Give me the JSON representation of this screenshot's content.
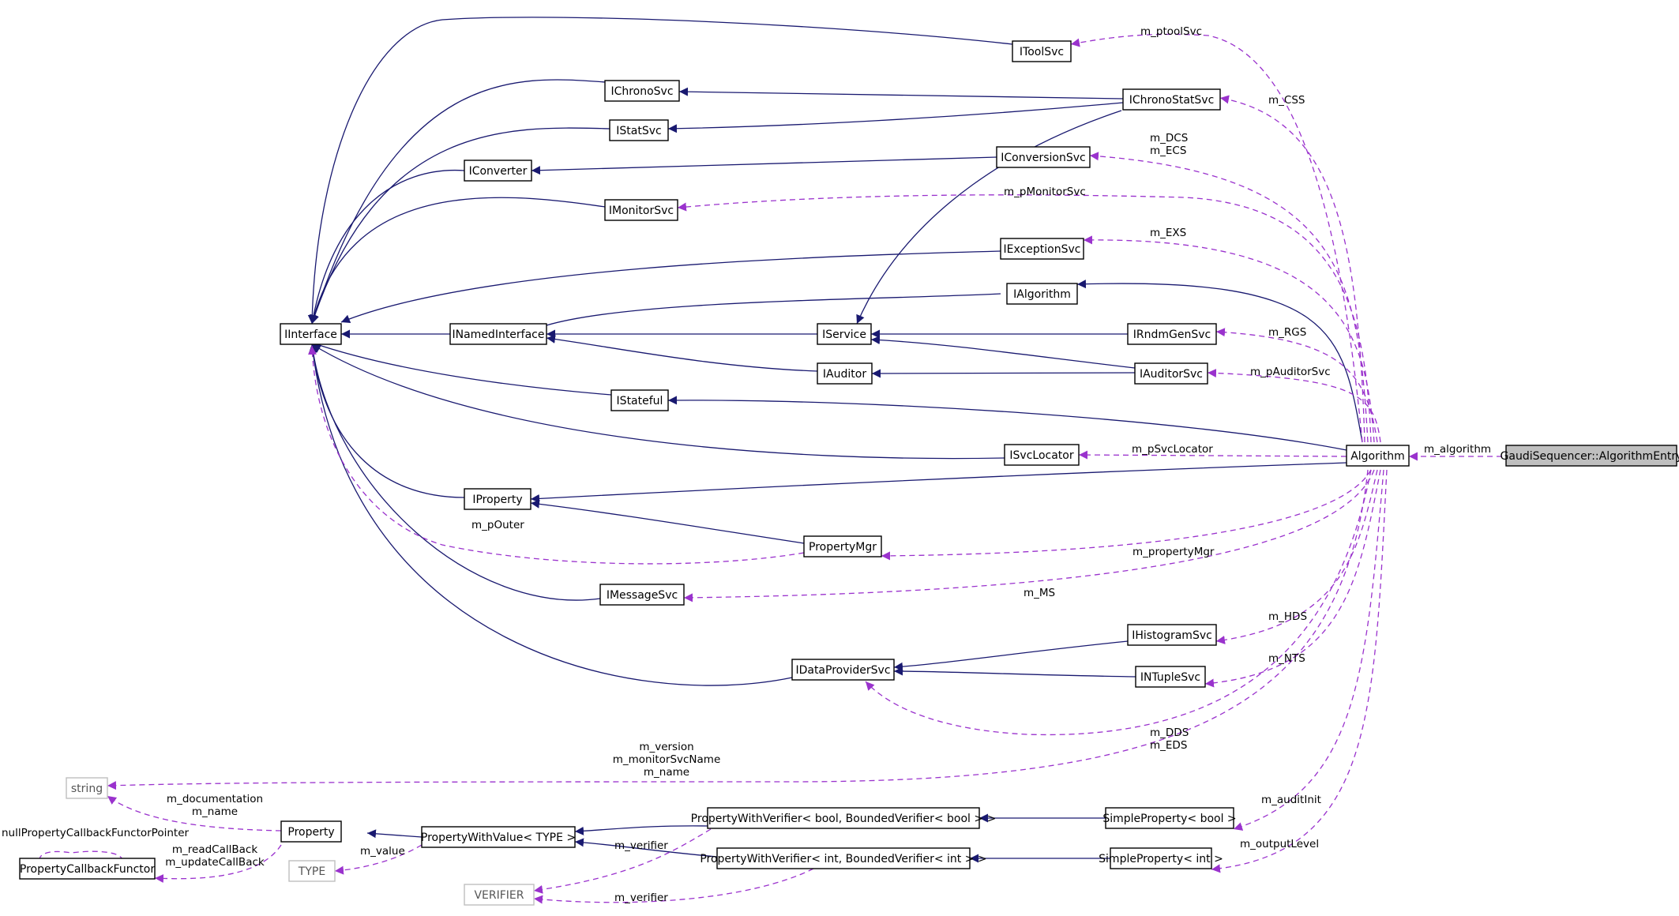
{
  "nodes": {
    "IToolSvc": "IToolSvc",
    "IChronoSvc": "IChronoSvc",
    "IChronoStatSvc": "IChronoStatSvc",
    "IStatSvc": "IStatSvc",
    "IConverter": "IConverter",
    "IConversionSvc": "IConversionSvc",
    "IMonitorSvc": "IMonitorSvc",
    "IExceptionSvc": "IExceptionSvc",
    "IAlgorithm": "IAlgorithm",
    "IInterface": "IInterface",
    "INamedInterface": "INamedInterface",
    "IService": "IService",
    "IRndmGenSvc": "IRndmGenSvc",
    "IAuditor": "IAuditor",
    "IAuditorSvc": "IAuditorSvc",
    "IStateful": "IStateful",
    "ISvcLocator": "ISvcLocator",
    "Algorithm": "Algorithm",
    "AlgorithmEntry": "GaudiSequencer::AlgorithmEntry",
    "IProperty": "IProperty",
    "PropertyMgr": "PropertyMgr",
    "IMessageSvc": "IMessageSvc",
    "IHistogramSvc": "IHistogramSvc",
    "IDataProviderSvc": "IDataProviderSvc",
    "INTupleSvc": "INTupleSvc",
    "string": "string",
    "Property": "Property",
    "PropertyWithValue": "PropertyWithValue< TYPE >",
    "PWVBool": "PropertyWithVerifier< bool, BoundedVerifier< bool > >",
    "SimplePropertyBool": "SimpleProperty< bool >",
    "PWVInt": "PropertyWithVerifier< int, BoundedVerifier< int > >",
    "SimplePropertyInt": "SimpleProperty< int >",
    "PropertyCallbackFunctor": "PropertyCallbackFunctor",
    "TYPE": "TYPE",
    "VERIFIER": "VERIFIER"
  },
  "edge_labels": {
    "m_ptoolSvc": "m_ptoolSvc",
    "m_CSS": "m_CSS",
    "m_DCS": "m_DCS",
    "m_ECS": "m_ECS",
    "m_pMonitorSvc": "m_pMonitorSvc",
    "m_EXS": "m_EXS",
    "m_RGS": "m_RGS",
    "m_pAuditorSvc": "m_pAuditorSvc",
    "m_algorithm": "m_algorithm",
    "m_pSvcLocator": "m_pSvcLocator",
    "m_pOuter": "m_pOuter",
    "m_propertyMgr": "m_propertyMgr",
    "m_MS": "m_MS",
    "m_HDS": "m_HDS",
    "m_NTS": "m_NTS",
    "m_DDS": "m_DDS",
    "m_EDS": "m_EDS",
    "m_version": "m_version",
    "m_monitorSvcName": "m_monitorSvcName",
    "m_name": "m_name",
    "m_documentation": "m_documentation",
    "m_name2": "m_name",
    "nullPropertyCallbackFunctorPointer": "nullPropertyCallbackFunctorPointer",
    "m_readCallBack": "m_readCallBack",
    "m_updateCallBack": "m_updateCallBack",
    "m_value": "m_value",
    "m_verifier1": "m_verifier",
    "m_verifier2": "m_verifier",
    "m_auditInit": "m_auditInit",
    "m_outputLevel": "m_outputLevel"
  },
  "colors": {
    "inheritance": "#191970",
    "usage": "#9a32cd",
    "selected_fill": "#bfbfbf"
  }
}
